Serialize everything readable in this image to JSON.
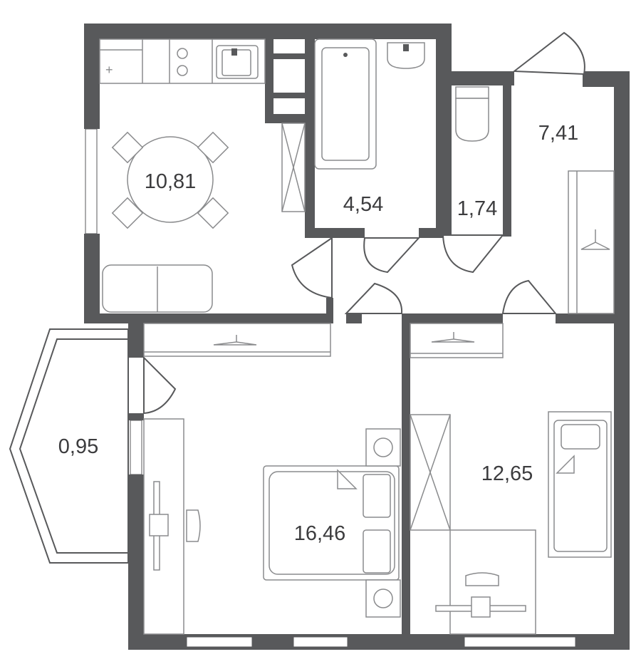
{
  "rooms": [
    {
      "id": "kitchen",
      "area": "10,81"
    },
    {
      "id": "bathroom",
      "area": "4,54"
    },
    {
      "id": "toilet",
      "area": "1,74"
    },
    {
      "id": "hallway",
      "area": "7,41"
    },
    {
      "id": "balcony",
      "area": "0,95"
    },
    {
      "id": "living-room",
      "area": "16,46"
    },
    {
      "id": "bedroom",
      "area": "12,65"
    }
  ],
  "colors": {
    "wall": "#58595b",
    "furniture": "#8a8b8d",
    "text": "#3c3c3e"
  }
}
